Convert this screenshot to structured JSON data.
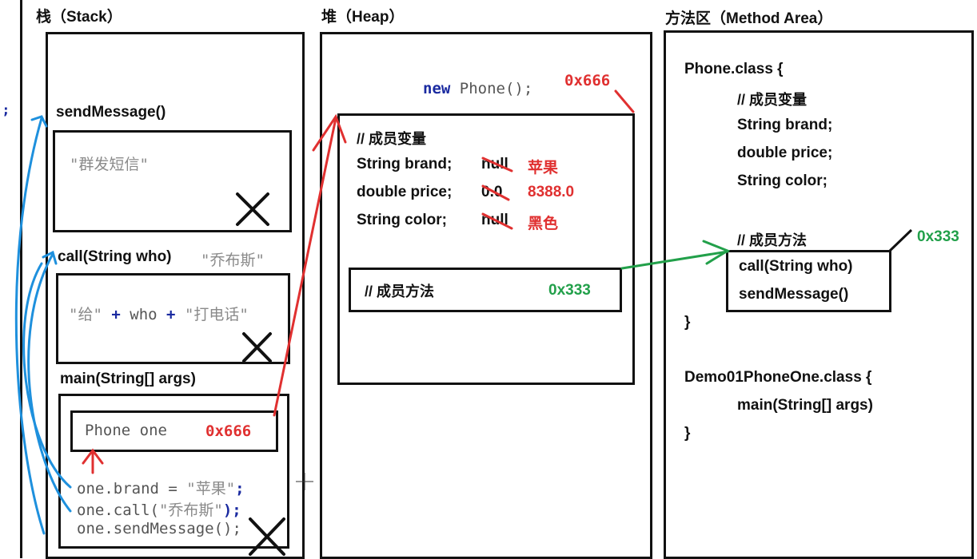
{
  "titles": {
    "stack": "栈（Stack）",
    "heap": "堆（Heap）",
    "method_area": "方法区（Method Area）"
  },
  "stack": {
    "frame_send": {
      "label": "sendMessage()",
      "body": "\"群发短信\""
    },
    "frame_call": {
      "label": "call(String who)",
      "arg_value": "\"乔布斯\"",
      "str1": "\"给\"",
      "plus1": "+",
      "who": "who",
      "plus2": "+",
      "str2": "\"打电话\""
    },
    "frame_main": {
      "label": "main(String[] args)",
      "var_name": "Phone one",
      "var_addr": "0x666",
      "code": {
        "line1_a": "one.brand = ",
        "line1_b": "\"苹果\"",
        "line1_c": ";",
        "line2_a": "one.call(",
        "line2_b": "\"乔布斯\"",
        "line2_c": ");",
        "line3": "one.sendMessage();"
      }
    }
  },
  "left_edge": ");",
  "heap": {
    "new_kw": "new",
    "new_rest": "Phone();",
    "addr": "0x666",
    "member_vars_comment": "// 成员变量",
    "fields": [
      {
        "decl": "String brand;",
        "old": "null",
        "new": "苹果"
      },
      {
        "decl": "double price;",
        "old": "0.0",
        "new": "8388.0"
      },
      {
        "decl": "String color;",
        "old": "null",
        "new": "黑色"
      }
    ],
    "methods_comment": "// 成员方法",
    "methods_addr": "0x333"
  },
  "method_area": {
    "phone_class": "Phone.class {",
    "member_vars_comment": "// 成员变量",
    "fields": [
      "String brand;",
      "double price;",
      "String color;"
    ],
    "methods_comment": "// 成员方法",
    "methods_addr": "0x333",
    "methods": [
      "call(String who)",
      "sendMessage()"
    ],
    "close1": "}",
    "demo_class": "Demo01PhoneOne.class {",
    "main": "main(String[] args)",
    "close2": "}"
  }
}
